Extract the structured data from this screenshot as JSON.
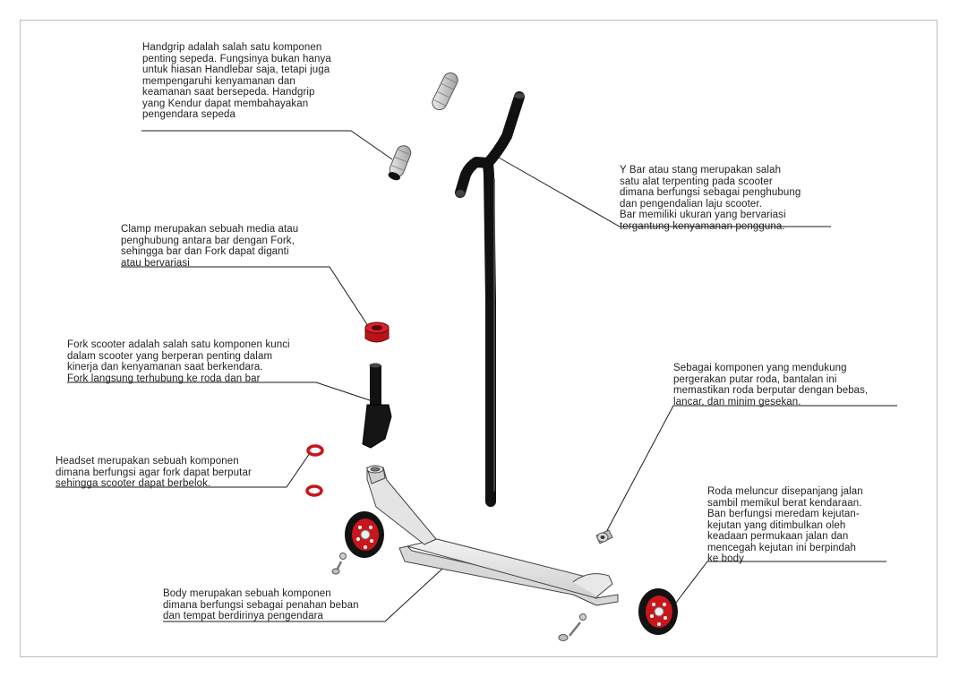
{
  "annotations": {
    "handgrip": "Handgrip adalah salah satu komponen\npenting sepeda. Fungsinya bukan hanya\nuntuk hiasan Handlebar saja, tetapi juga\nmempengaruhi kenyamanan dan\nkeamanan saat bersepeda. Handgrip\nyang Kendur dapat membahayakan\npengendara sepeda",
    "ybar": "Y Bar atau stang merupakan salah\nsatu alat terpenting pada scooter\ndimana berfungsi sebagai penghubung\ndan pengendalian laju scooter.\nBar memiliki ukuran yang bervariasi\ntergantung kenyamanan pengguna.",
    "clamp": "Clamp merupakan sebuah media atau\npenghubung antara bar dengan Fork,\nsehingga bar dan Fork dapat diganti\natau bervariasi",
    "fork": "Fork scooter adalah salah satu komponen kunci\ndalam scooter yang berperan penting dalam\nkinerja dan kenyamanan saat berkendara.\nFork langsung terhubung ke roda dan bar",
    "bearing": "Sebagai komponen yang mendukung\npergerakan putar roda, bantalan ini\nmemastikan roda berputar dengan bebas,\nlancar, dan minim gesekan.",
    "headset": "Headset merupakan sebuah komponen\ndimana berfungsi agar fork dapat berputar\nsehingga scooter dapat berbelok.",
    "wheel": "Roda meluncur disepanjang jalan\nsambil memikul berat kendaraan.\nBan berfungsi meredam kejutan-\nkejutan yang ditimbulkan oleh\nkeadaan permukaan jalan dan\nmencegah kejutan ini berpindah\nke body",
    "body": "Body merupakan sebuah komponen\ndimana berfungsi sebagai penahan beban\ndan tempat berdirinya pengendara"
  },
  "colors": {
    "red_part": "#c8161c",
    "black_part": "#111111",
    "deck": "#e4e4e4",
    "outline": "#444444",
    "leader": "#1a1a1a"
  }
}
